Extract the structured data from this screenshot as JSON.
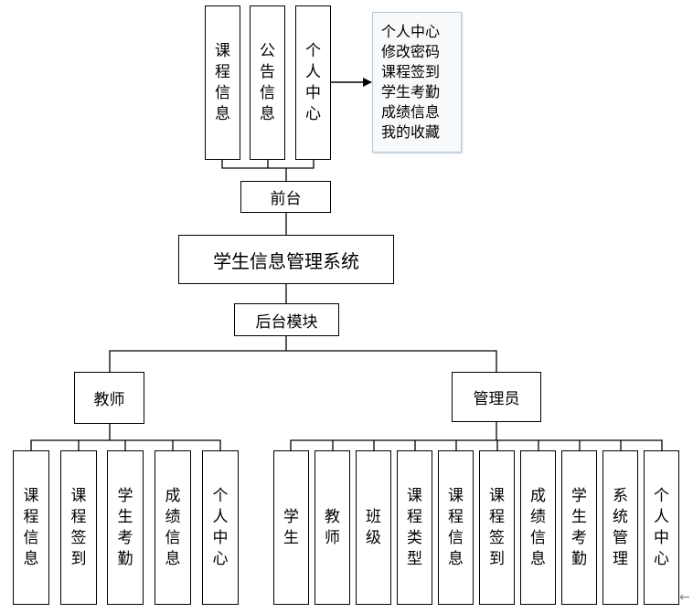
{
  "front": {
    "title": "前台",
    "modules": [
      "课程信息",
      "公告信息",
      "个人中心"
    ],
    "personal_menu": [
      "个人中心",
      "修改密码",
      "课程签到",
      "学生考勤",
      "成绩信息",
      "我的收藏"
    ]
  },
  "system": {
    "title": "学生信息管理系统"
  },
  "backend": {
    "title": "后台模块",
    "roles": [
      {
        "title": "教师",
        "modules": [
          "课程信息",
          "课程签到",
          "学生考勤",
          "成绩信息",
          "个人中心"
        ]
      },
      {
        "title": "管理员",
        "modules": [
          "学生",
          "教师",
          "班级",
          "课程类型",
          "课程信息",
          "课程签到",
          "成绩信息",
          "学生考勤",
          "系统管理",
          "个人中心"
        ]
      }
    ]
  },
  "corner_mark": "←"
}
